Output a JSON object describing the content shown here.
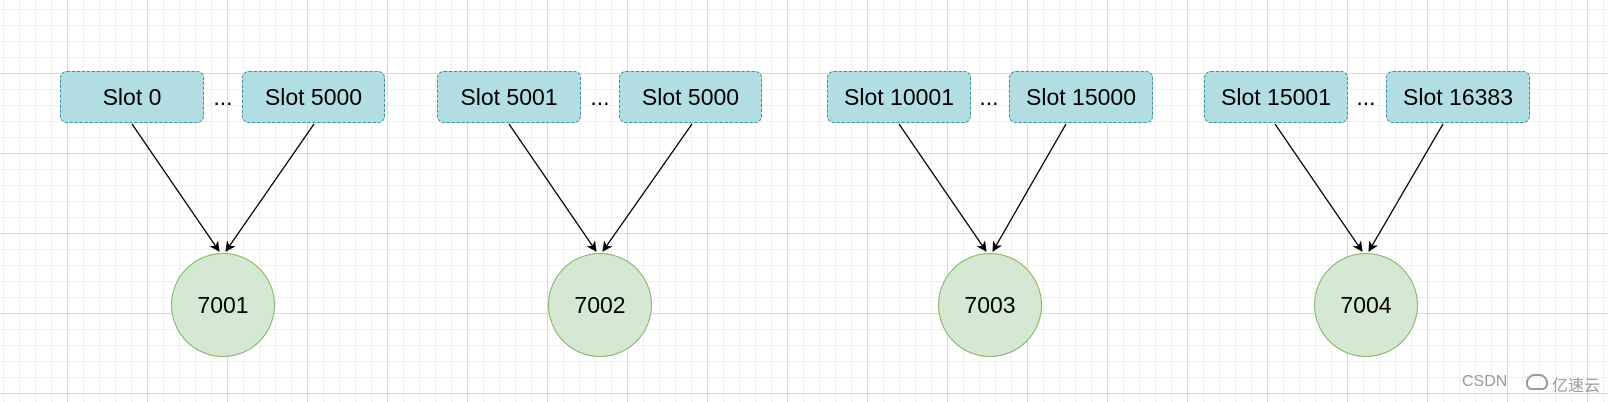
{
  "colors": {
    "slot_fill": "#b1dde3",
    "slot_border": "#3f8a9c",
    "node_fill": "#d5e8d4",
    "node_border": "#82b366",
    "edge": "#000000"
  },
  "groups": [
    {
      "left_slot": "Slot 0",
      "ellipsis": "...",
      "right_slot": "Slot 5000",
      "node": "7001"
    },
    {
      "left_slot": "Slot 5001",
      "ellipsis": "...",
      "right_slot": "Slot 5000",
      "node": "7002"
    },
    {
      "left_slot": "Slot 10001",
      "ellipsis": "...",
      "right_slot": "Slot 15000",
      "node": "7003"
    },
    {
      "left_slot": "Slot 15001",
      "ellipsis": "...",
      "right_slot": "Slot 16383",
      "node": "7004"
    }
  ],
  "watermark": {
    "left_text": "CSDN",
    "right_text": "亿速云",
    "logo_icon": "cloud-icon"
  }
}
